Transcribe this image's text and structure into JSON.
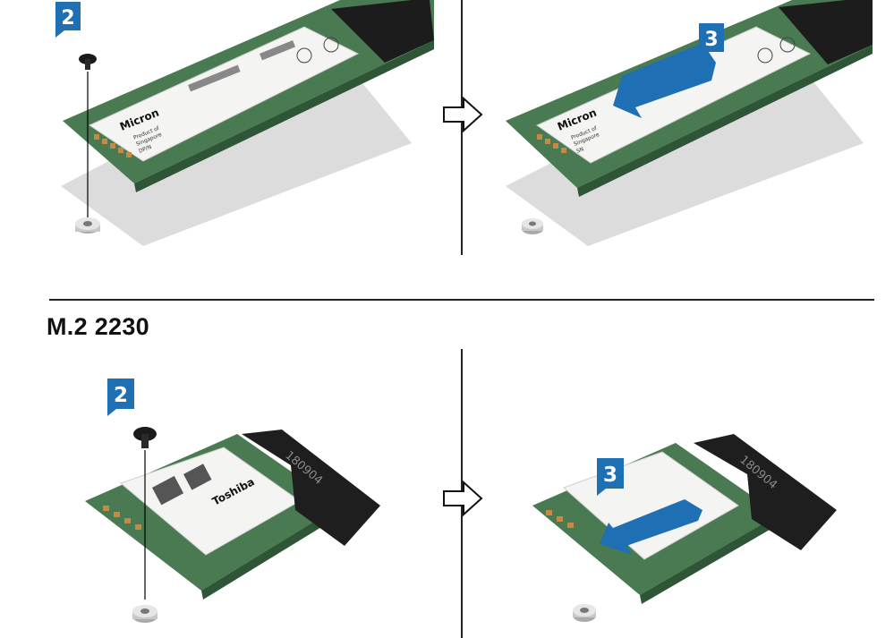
{
  "section_title": "M.2 2230",
  "steps": {
    "top_left": "2",
    "top_right": "3",
    "bottom_left": "2",
    "bottom_right": "3"
  },
  "card_2280": {
    "brand": "Micron",
    "labels": [
      "Product of",
      "Singapore",
      "DP/N",
      "SN"
    ]
  },
  "card_2230": {
    "brand": "Toshiba",
    "connector_text": "180904"
  },
  "colors": {
    "badge": "#1f6fb5",
    "arrow": "#1f6fb5",
    "pcb": "#3f6b46",
    "connector": "#1e1e1e",
    "shadow": "#d9d9d9"
  },
  "icons": {
    "screw": "screw-icon",
    "standoff": "standoff-icon",
    "next_step": "next-step-arrow-icon",
    "slide": "slide-direction-arrow-icon"
  }
}
